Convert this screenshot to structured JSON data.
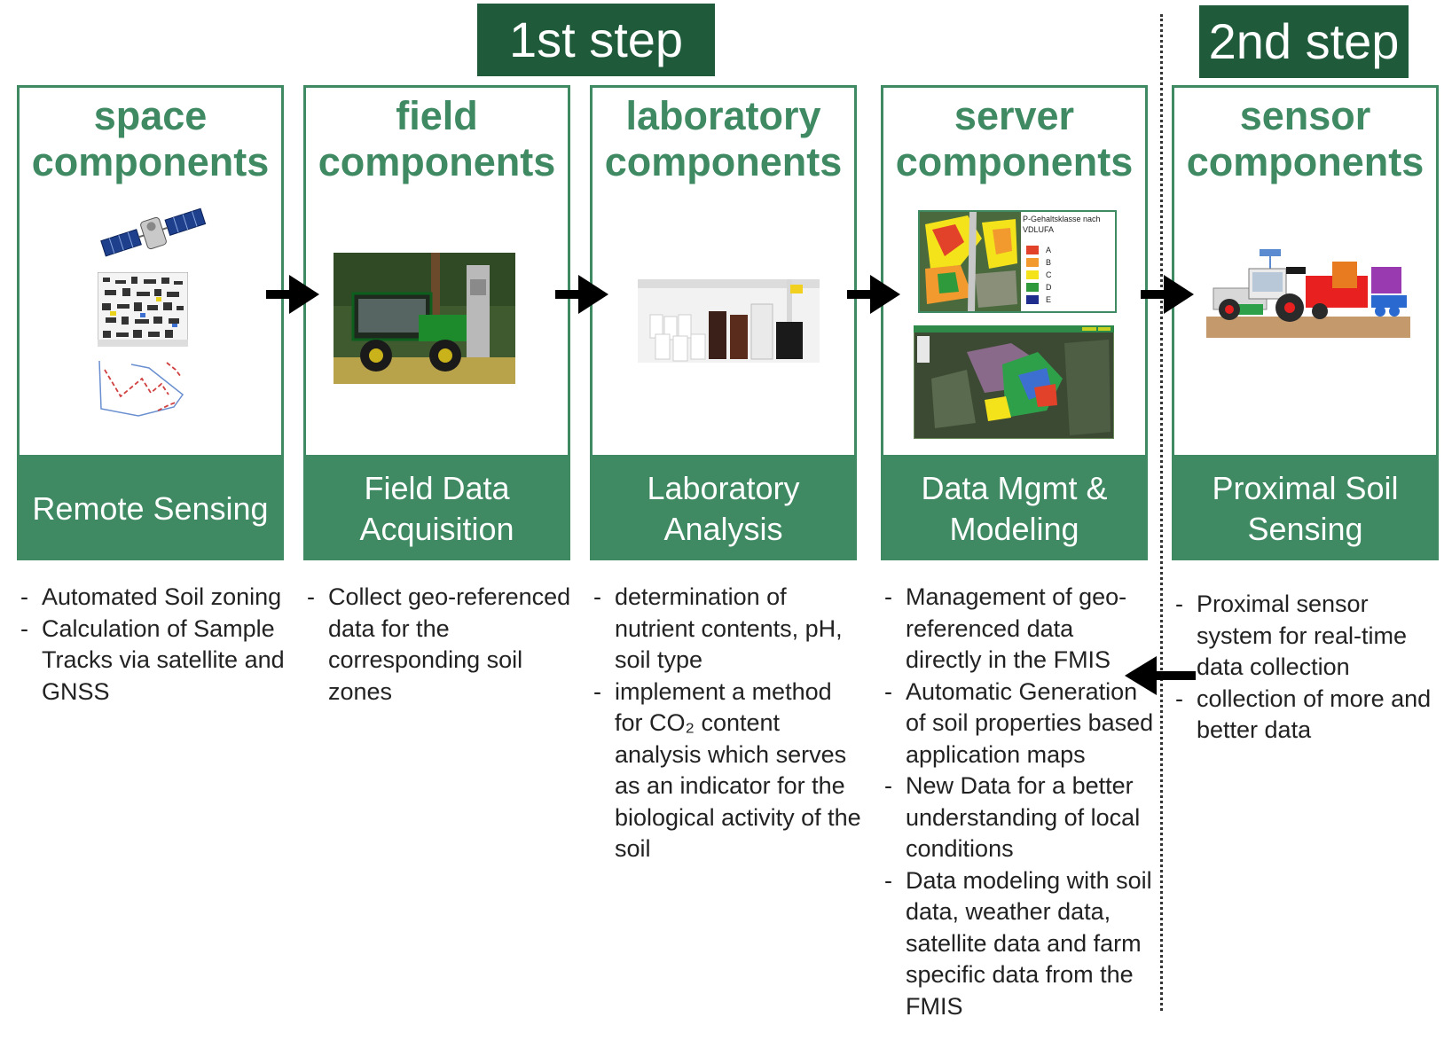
{
  "steps": {
    "first": "1st step",
    "second": "2nd step"
  },
  "columns": [
    {
      "title": "space\ncomponents",
      "band": "Remote Sensing",
      "bullets": [
        "Automated Soil zoning",
        "Calculation of Sample Tracks via satellite and GNSS"
      ]
    },
    {
      "title": "field\ncomponents",
      "band": "Field Data\nAcquisition",
      "bullets": [
        "Collect geo-referenced data for the corresponding soil zones"
      ]
    },
    {
      "title": "laboratory\ncomponents",
      "band": "Laboratory\nAnalysis",
      "bullets": [
        "determination of nutrient contents, pH, soil type",
        "implement a method for CO₂ content analysis which serves as an indicator for the biological activity of the soil"
      ]
    },
    {
      "title": "server\ncomponents",
      "band": "Data Mgmt &\nModeling",
      "bullets": [
        "Management of geo-referenced data directly in the FMIS",
        "Automatic Generation of soil properties based application maps",
        "New Data for a better understanding of local conditions",
        "Data modeling with soil data, weather data, satellite data and farm specific data from the FMIS"
      ]
    },
    {
      "title": "sensor\ncomponents",
      "band": "Proximal Soil\nSensing",
      "bullets": [
        "Proximal sensor system for real-time data collection",
        "collection of more and better data"
      ]
    }
  ],
  "server_map": {
    "legend_title": "P-Gehaltsklasse nach VDLUFA",
    "classes": [
      {
        "label": "A",
        "color": "#e2412a"
      },
      {
        "label": "B",
        "color": "#f29a2e"
      },
      {
        "label": "C",
        "color": "#f4e21b"
      },
      {
        "label": "D",
        "color": "#2f9a3b"
      },
      {
        "label": "E",
        "color": "#1f2e8c"
      }
    ]
  },
  "colors": {
    "accent_green": "#3f8a62",
    "dark_green": "#1f5a3a"
  },
  "icons": [
    "satellite-icon",
    "tractor-icon",
    "lab-bottles-icon",
    "right-arrow-icon",
    "left-arrow-icon"
  ]
}
